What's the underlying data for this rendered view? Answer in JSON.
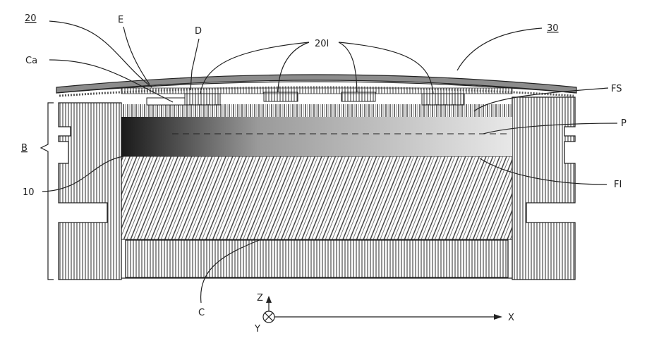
{
  "labels": {
    "sensor": "20",
    "E": "E",
    "D": "D",
    "elements": "20I",
    "cover": "30",
    "cavity": "Ca",
    "frame_surface": "FS",
    "body": "B",
    "pore": "P",
    "filler_part": "10",
    "fill": "FI",
    "core": "C",
    "axis_z": "Z",
    "axis_x": "X",
    "axis_y": "Y"
  },
  "colors": {
    "ink": "#222222",
    "hatch": "#3a3a3a",
    "cover": "#8c8c8c"
  }
}
